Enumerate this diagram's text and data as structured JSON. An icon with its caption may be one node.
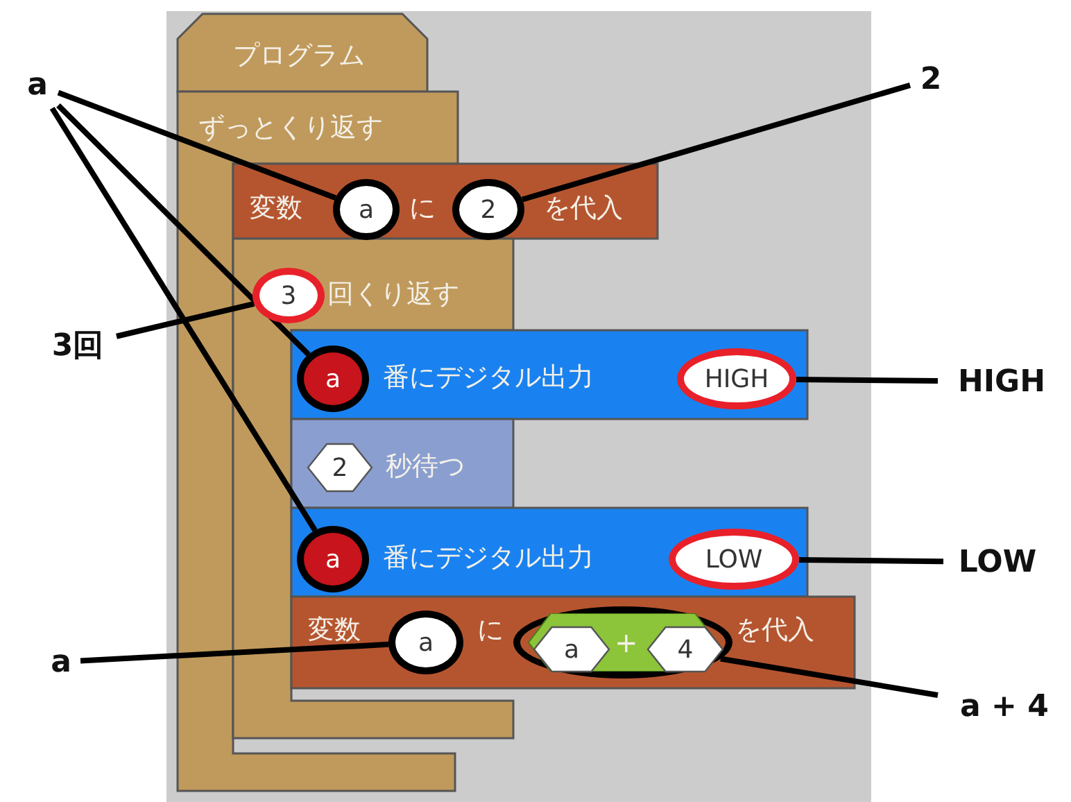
{
  "diagram": {
    "nodes": [
      {
        "text": [
          "プログラム"
        ]
      },
      {
        "text": [
          "ずっとくり返す"
        ]
      },
      {
        "text": [
          "変数",
          "に",
          "を代入"
        ]
      },
      {
        "text": [
          "a"
        ],
        "in": 2
      },
      {
        "text": [
          "2"
        ],
        "in": 2
      },
      {
        "text": [
          "回くり返す"
        ]
      },
      {
        "text": [
          "3"
        ],
        "in": 5
      },
      {
        "text": [
          "番にデジタル出力"
        ]
      },
      {
        "text": [
          "a"
        ],
        "in": 7
      },
      {
        "text": [
          "HIGH"
        ],
        "in": 7
      },
      {
        "text": [
          "秒待つ"
        ]
      },
      {
        "text": [
          "2"
        ],
        "in": 10
      },
      {
        "text": [
          "番にデジタル出力"
        ]
      },
      {
        "text": [
          "a"
        ],
        "in": 12
      },
      {
        "text": [
          "LOW"
        ],
        "in": 12
      },
      {
        "text": [
          "変数",
          "に",
          "を代入"
        ]
      },
      {
        "text": [
          "a"
        ],
        "in": 15
      },
      {
        "text": [
          "+"
        ],
        "in": 15
      },
      {
        "text": [
          "a"
        ],
        "in": 17
      },
      {
        "text": [
          "4"
        ],
        "in": 17
      },
      {
        "text": [
          "a"
        ]
      },
      {
        "text": [
          "2"
        ]
      },
      {
        "text": [
          "3回"
        ]
      },
      {
        "text": [
          "HIGH"
        ]
      },
      {
        "text": [
          "LOW"
        ]
      },
      {
        "text": [
          "a"
        ]
      },
      {
        "text": [
          "a + 4"
        ]
      }
    ],
    "edges": [
      {
        "from": 20,
        "to": 3,
        "arrow": "none"
      },
      {
        "from": 20,
        "to": 8,
        "arrow": "none"
      },
      {
        "from": 20,
        "to": 13,
        "arrow": "none"
      },
      {
        "from": 21,
        "to": 4,
        "arrow": "none"
      },
      {
        "from": 22,
        "to": 6,
        "arrow": "none"
      },
      {
        "from": 23,
        "to": 9,
        "arrow": "none"
      },
      {
        "from": 24,
        "to": 14,
        "arrow": "none"
      },
      {
        "from": 25,
        "to": 16,
        "arrow": "none"
      },
      {
        "from": 26,
        "to": 17,
        "arrow": "none"
      }
    ]
  }
}
